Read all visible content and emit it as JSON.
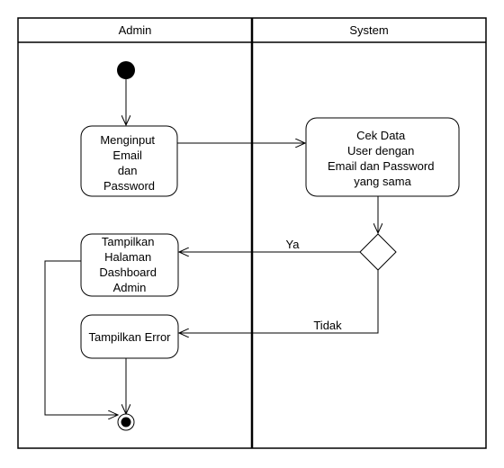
{
  "lanes": {
    "admin": "Admin",
    "system": "System"
  },
  "nodes": {
    "input": [
      "Menginput",
      "Email",
      "dan",
      "Password"
    ],
    "check": [
      "Cek Data",
      "User dengan",
      "Email dan Password",
      "yang sama"
    ],
    "dashboard": [
      "Tampilkan",
      "Halaman",
      "Dashboard",
      "Admin"
    ],
    "error": [
      "Tampilkan Error"
    ]
  },
  "edges": {
    "yes_label": "Ya",
    "no_label": "Tidak"
  }
}
